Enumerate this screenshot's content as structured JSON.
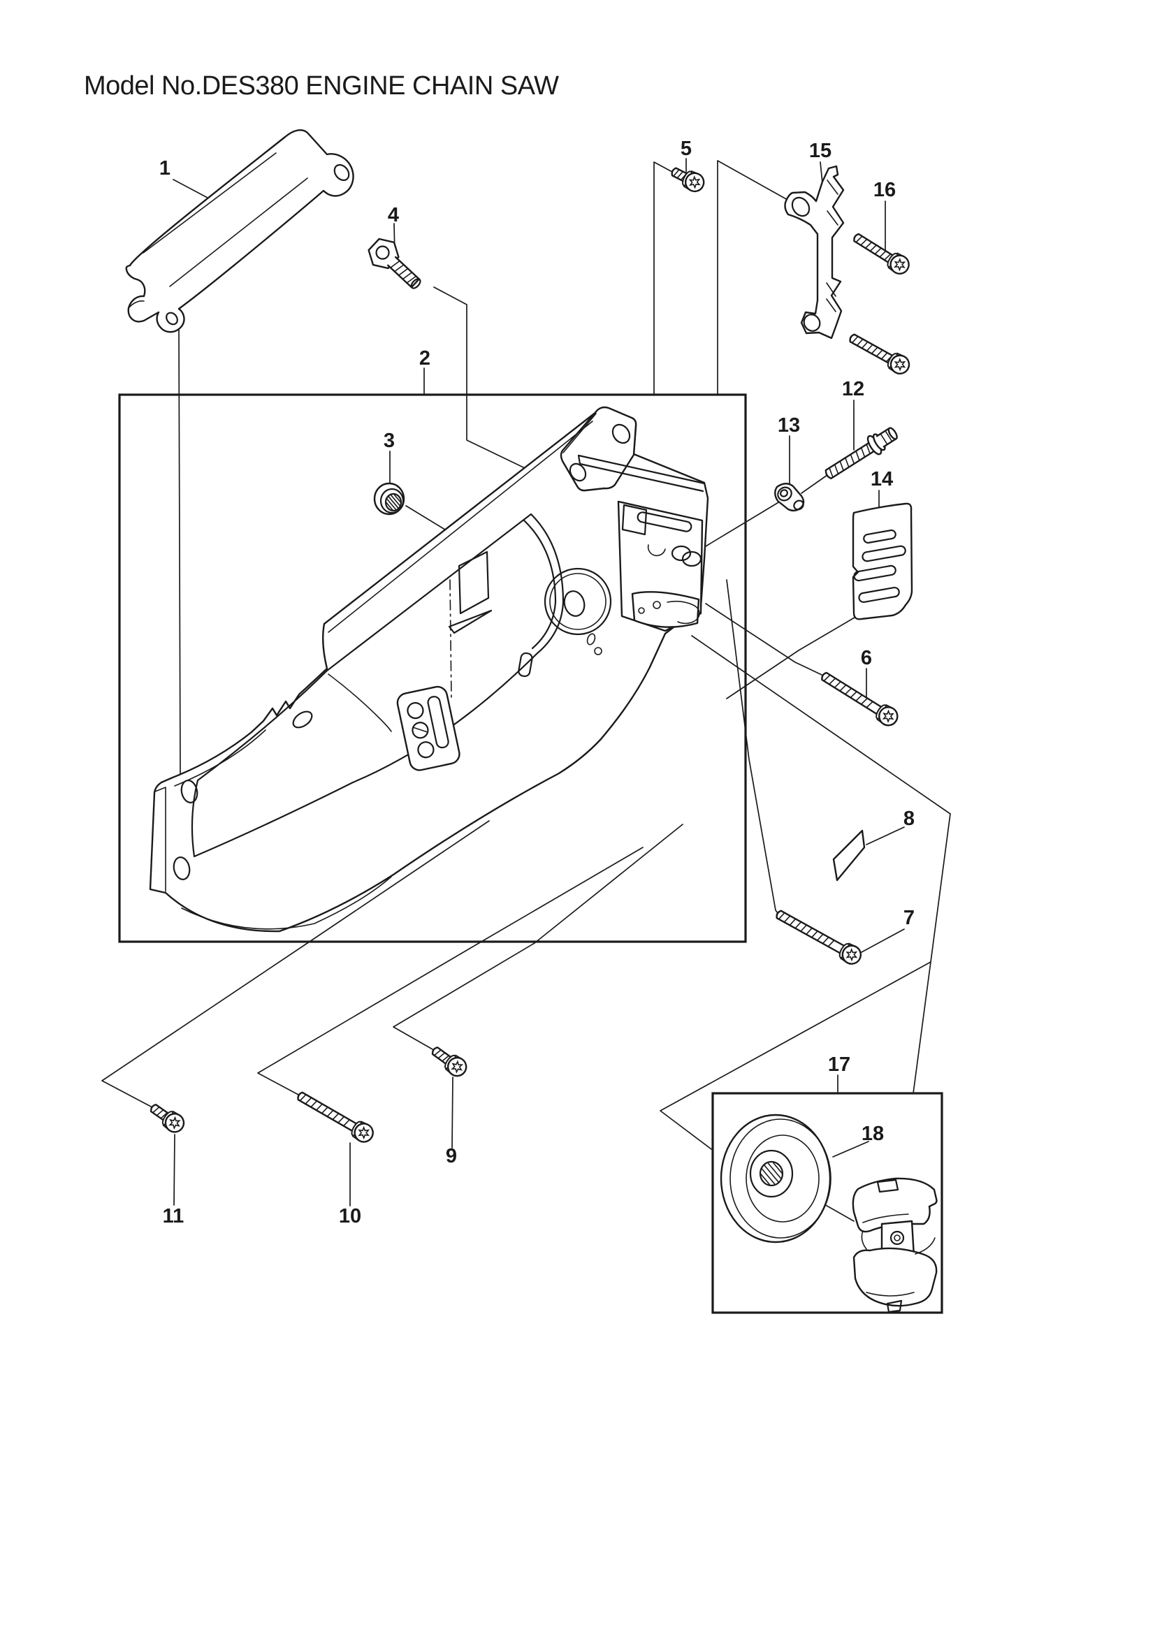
{
  "title": "Model No.DES380 ENGINE CHAIN SAW",
  "colors": {
    "line": "#1a1a1a",
    "background": "#ffffff"
  },
  "parts": [
    {
      "label": "1"
    },
    {
      "label": "2"
    },
    {
      "label": "3"
    },
    {
      "label": "4"
    },
    {
      "label": "5"
    },
    {
      "label": "6"
    },
    {
      "label": "7"
    },
    {
      "label": "8"
    },
    {
      "label": "9"
    },
    {
      "label": "10"
    },
    {
      "label": "11"
    },
    {
      "label": "12"
    },
    {
      "label": "13"
    },
    {
      "label": "14"
    },
    {
      "label": "15"
    },
    {
      "label": "16"
    },
    {
      "label": "17"
    },
    {
      "label": "18"
    }
  ]
}
